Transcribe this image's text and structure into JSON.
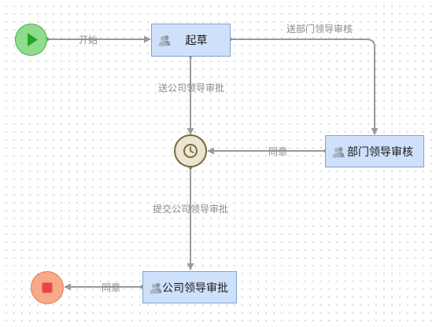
{
  "nodes": {
    "start": {
      "color": "#8fdc8f",
      "icon": "play-icon"
    },
    "draft": {
      "label": "起草",
      "icon": "users-icon"
    },
    "dept_review": {
      "label": "部门领导审核",
      "icon": "users-icon"
    },
    "timer": {
      "icon": "clock-icon"
    },
    "company_approval": {
      "label": "公司领导审批",
      "icon": "users-icon"
    },
    "end": {
      "color": "#f8a98a",
      "icon": "stop-icon"
    }
  },
  "edges": {
    "start_to_draft": "开始",
    "draft_to_dept": "送部门领导审核",
    "draft_to_timer": "送公司领导审批",
    "dept_to_timer": "同意",
    "timer_to_company": "提交公司领导审批",
    "company_to_end": "同意"
  },
  "colors": {
    "task_fill": "#cfe0fa",
    "task_border": "#7fa2d6",
    "edge": "#9a9a9a",
    "label": "#8a8a8a"
  }
}
